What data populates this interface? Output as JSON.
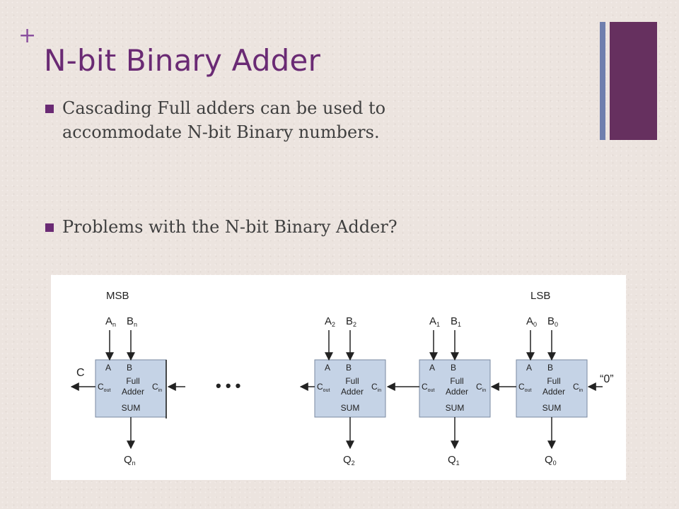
{
  "slide": {
    "plus_glyph": "+",
    "title": "N-bit Binary Adder",
    "bullets": [
      "Cascading Full adders can be used to accommodate N-bit Binary numbers.",
      "Problems with the N-bit Binary Adder?"
    ]
  },
  "diagram": {
    "msb_label": "MSB",
    "lsb_label": "LSB",
    "carry_out_label": "C",
    "carry_in_label": "“0”",
    "ellipsis": "• • •",
    "block_labels": {
      "a": "A",
      "b": "B",
      "full": "Full",
      "adder": "Adder",
      "cout_main": "C",
      "cout_sub": "out",
      "cin_main": "C",
      "cin_sub": "in",
      "sum": "SUM"
    },
    "adders": [
      {
        "a": "A",
        "a_sub": "n",
        "b": "B",
        "b_sub": "n",
        "q": "Q",
        "q_sub": "n"
      },
      {
        "a": "A",
        "a_sub": "2",
        "b": "B",
        "b_sub": "2",
        "q": "Q",
        "q_sub": "2"
      },
      {
        "a": "A",
        "a_sub": "1",
        "b": "B",
        "b_sub": "1",
        "q": "Q",
        "q_sub": "1"
      },
      {
        "a": "A",
        "a_sub": "0",
        "b": "B",
        "b_sub": "0",
        "q": "Q",
        "q_sub": "0"
      }
    ]
  },
  "colors": {
    "accent_purple": "#6a2a74",
    "bar_blue": "#6f7fae",
    "bar_purple": "#66305f",
    "block_fill": "#c5d3e6"
  }
}
